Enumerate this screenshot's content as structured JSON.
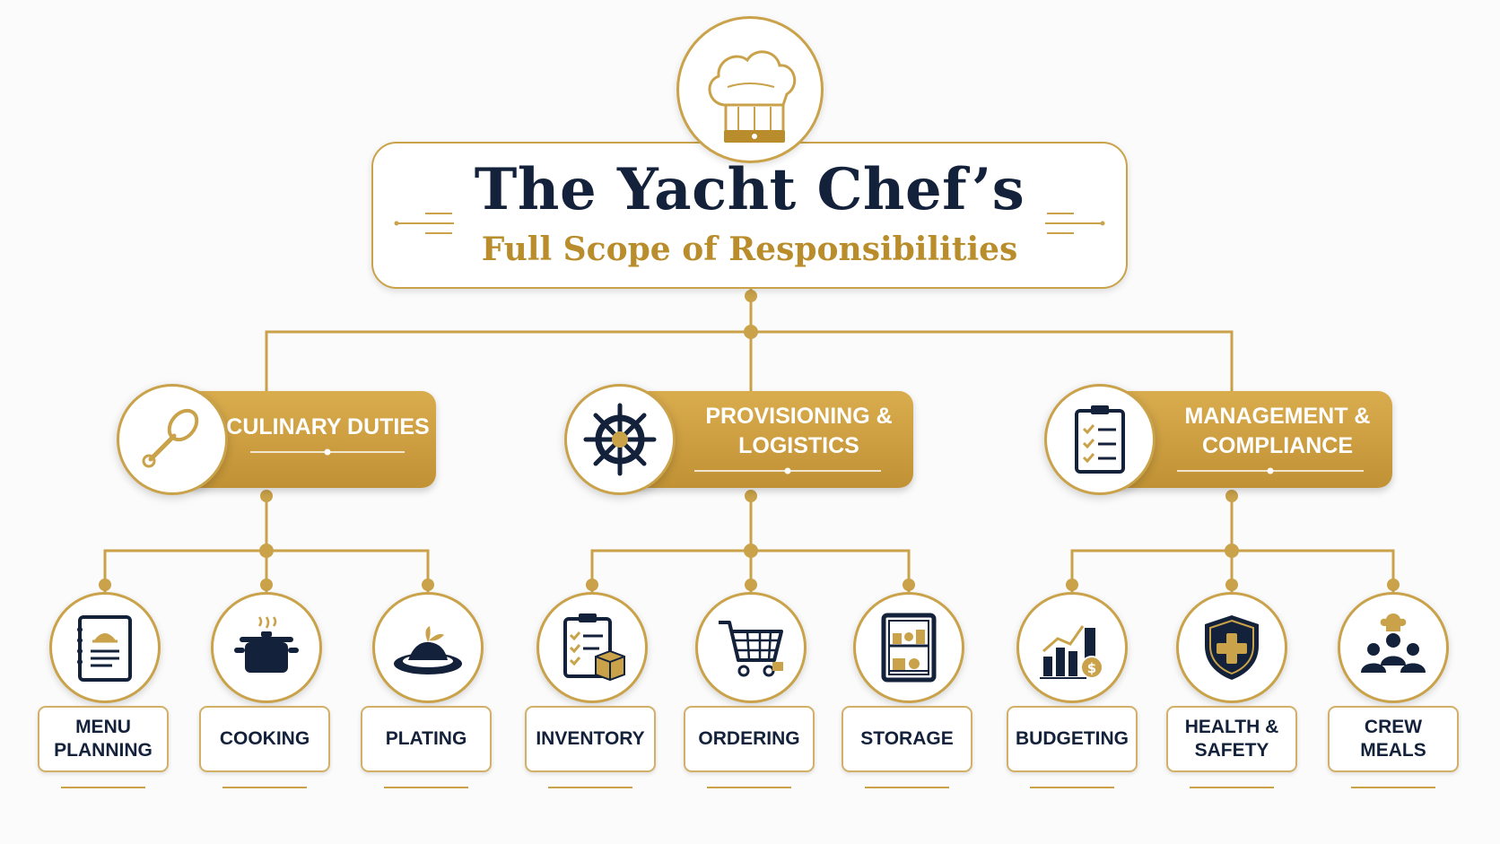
{
  "title": {
    "main": "The Yacht Chef’s",
    "subtitle": "Full Scope of Responsibilities",
    "icon": "chef-hat-icon"
  },
  "colors": {
    "navy": "#13213a",
    "gold": "#c9a24a",
    "gold_dark": "#b98d2c",
    "background": "#fbfbfb"
  },
  "categories": [
    {
      "label": "CULINARY DUTIES",
      "icon": "spoon-icon",
      "items": [
        {
          "label": "MENU\nPLANNING",
          "icon": "menu-clipboard-icon"
        },
        {
          "label": "COOKING",
          "icon": "cooking-pot-icon"
        },
        {
          "label": "PLATING",
          "icon": "plated-dish-icon"
        }
      ]
    },
    {
      "label": "PROVISIONING &\nLOGISTICS",
      "icon": "ship-wheel-icon",
      "items": [
        {
          "label": "INVENTORY",
          "icon": "inventory-checklist-icon"
        },
        {
          "label": "ORDERING",
          "icon": "shopping-cart-icon"
        },
        {
          "label": "STORAGE",
          "icon": "storage-cabinet-icon"
        }
      ]
    },
    {
      "label": "MANAGEMENT &\nCOMPLIANCE",
      "icon": "compliance-clipboard-icon",
      "items": [
        {
          "label": "BUDGETING",
          "icon": "budget-chart-icon"
        },
        {
          "label": "HEALTH &\nSAFETY",
          "icon": "health-shield-icon"
        },
        {
          "label": "CREW\nMEALS",
          "icon": "crew-group-icon"
        }
      ]
    }
  ]
}
